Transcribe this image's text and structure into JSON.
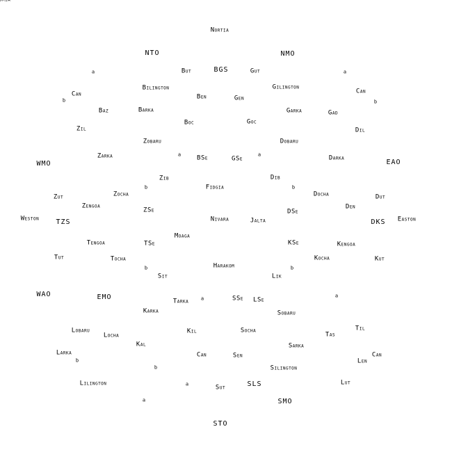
{
  "map": {
    "labels": [
      {
        "text": "Nortia",
        "kind": "cap"
      },
      {
        "text": "NTO",
        "kind": "code"
      },
      {
        "text": "NMO",
        "kind": "code"
      },
      {
        "text": "a",
        "kind": "tiny"
      },
      {
        "text": "But",
        "kind": "cap"
      },
      {
        "text": "BGS",
        "kind": "code"
      },
      {
        "text": "Gut",
        "kind": "cap"
      },
      {
        "text": "a",
        "kind": "tiny"
      },
      {
        "text": "Can",
        "kind": "cap"
      },
      {
        "text": "Bilington",
        "kind": "cap"
      },
      {
        "text": "Gilington",
        "kind": "cap"
      },
      {
        "text": "Can",
        "kind": "cap"
      },
      {
        "text": "b",
        "kind": "tiny"
      },
      {
        "text": "Ben",
        "kind": "cap"
      },
      {
        "text": "Gen",
        "kind": "cap"
      },
      {
        "text": "b",
        "kind": "tiny"
      },
      {
        "text": "Baz",
        "kind": "cap"
      },
      {
        "text": "Barka",
        "kind": "cap"
      },
      {
        "text": "Garka",
        "kind": "cap"
      },
      {
        "text": "Gad",
        "kind": "cap"
      },
      {
        "text": "Boc",
        "kind": "cap"
      },
      {
        "text": "Goc",
        "kind": "cap"
      },
      {
        "text": "Zil",
        "kind": "cap"
      },
      {
        "text": "Dil",
        "kind": "cap"
      },
      {
        "text": "Zobaru",
        "kind": "cap"
      },
      {
        "text": "Dobaru",
        "kind": "cap"
      },
      {
        "text": "Zarka",
        "kind": "cap"
      },
      {
        "text": "a",
        "kind": "tiny"
      },
      {
        "text": "BSe",
        "kind": "cap"
      },
      {
        "text": "GSe",
        "kind": "cap"
      },
      {
        "text": "a",
        "kind": "tiny"
      },
      {
        "text": "Darka",
        "kind": "cap"
      },
      {
        "text": "WMO",
        "kind": "code"
      },
      {
        "text": "EAO",
        "kind": "code"
      },
      {
        "text": "Zib",
        "kind": "cap"
      },
      {
        "text": "Dib",
        "kind": "cap"
      },
      {
        "text": "Fidgia",
        "kind": "cap"
      },
      {
        "text": "b",
        "kind": "tiny"
      },
      {
        "text": "b",
        "kind": "tiny"
      },
      {
        "text": "Zut",
        "kind": "cap"
      },
      {
        "text": "Zocha",
        "kind": "cap"
      },
      {
        "text": "Docha",
        "kind": "cap"
      },
      {
        "text": "Dut",
        "kind": "cap"
      },
      {
        "text": "Zengoa",
        "kind": "cap"
      },
      {
        "text": "Den",
        "kind": "cap"
      },
      {
        "text": "ZSe",
        "kind": "cap"
      },
      {
        "text": "DSe",
        "kind": "cap"
      },
      {
        "text": "Weston",
        "kind": "cap"
      },
      {
        "text": "TZS",
        "kind": "code"
      },
      {
        "text": "Nivara",
        "kind": "cap"
      },
      {
        "text": "Jalta",
        "kind": "cap"
      },
      {
        "text": "DKS",
        "kind": "code"
      },
      {
        "text": "Easton",
        "kind": "cap"
      },
      {
        "text": "Moaga",
        "kind": "cap"
      },
      {
        "text": "Tengoa",
        "kind": "cap"
      },
      {
        "text": "TSe",
        "kind": "cap"
      },
      {
        "text": "KSe",
        "kind": "cap"
      },
      {
        "text": "Kengoa",
        "kind": "cap"
      },
      {
        "text": "Tut",
        "kind": "cap"
      },
      {
        "text": "Tocha",
        "kind": "cap"
      },
      {
        "text": "Kocha",
        "kind": "cap"
      },
      {
        "text": "Kut",
        "kind": "cap"
      },
      {
        "text": "Harakom",
        "kind": "cap"
      },
      {
        "text": "b",
        "kind": "tiny"
      },
      {
        "text": "b",
        "kind": "tiny"
      },
      {
        "text": "Sit",
        "kind": "cap"
      },
      {
        "text": "Lik",
        "kind": "cap"
      },
      {
        "text": "WAO",
        "kind": "code"
      },
      {
        "text": "EMO",
        "kind": "code"
      },
      {
        "text": "Tarka",
        "kind": "cap"
      },
      {
        "text": "a",
        "kind": "tiny"
      },
      {
        "text": "SSe",
        "kind": "cap"
      },
      {
        "text": "LSe",
        "kind": "cap"
      },
      {
        "text": "a",
        "kind": "tiny"
      },
      {
        "text": "Karka",
        "kind": "cap"
      },
      {
        "text": "Sobaru",
        "kind": "cap"
      },
      {
        "text": "Lobaru",
        "kind": "cap"
      },
      {
        "text": "Til",
        "kind": "cap"
      },
      {
        "text": "Kil",
        "kind": "cap"
      },
      {
        "text": "Socha",
        "kind": "cap"
      },
      {
        "text": "Locha",
        "kind": "cap"
      },
      {
        "text": "Tas",
        "kind": "cap"
      },
      {
        "text": "Kal",
        "kind": "cap"
      },
      {
        "text": "Sarka",
        "kind": "cap"
      },
      {
        "text": "Larka",
        "kind": "cap"
      },
      {
        "text": "b",
        "kind": "tiny"
      },
      {
        "text": "Can",
        "kind": "cap"
      },
      {
        "text": "Sen",
        "kind": "cap"
      },
      {
        "text": "Len",
        "kind": "cap"
      },
      {
        "text": "Can",
        "kind": "cap"
      },
      {
        "text": "b",
        "kind": "tiny"
      },
      {
        "text": "Silington",
        "kind": "cap"
      },
      {
        "text": "Lilington",
        "kind": "cap"
      },
      {
        "text": "a",
        "kind": "tiny"
      },
      {
        "text": "Sut",
        "kind": "cap"
      },
      {
        "text": "SLS",
        "kind": "code"
      },
      {
        "text": "Lut",
        "kind": "cap"
      },
      {
        "text": "a",
        "kind": "tiny"
      },
      {
        "text": "SMO",
        "kind": "code"
      },
      {
        "text": "STO",
        "kind": "code"
      },
      {
        "text": "Antoria",
        "kind": "cap"
      }
    ]
  }
}
